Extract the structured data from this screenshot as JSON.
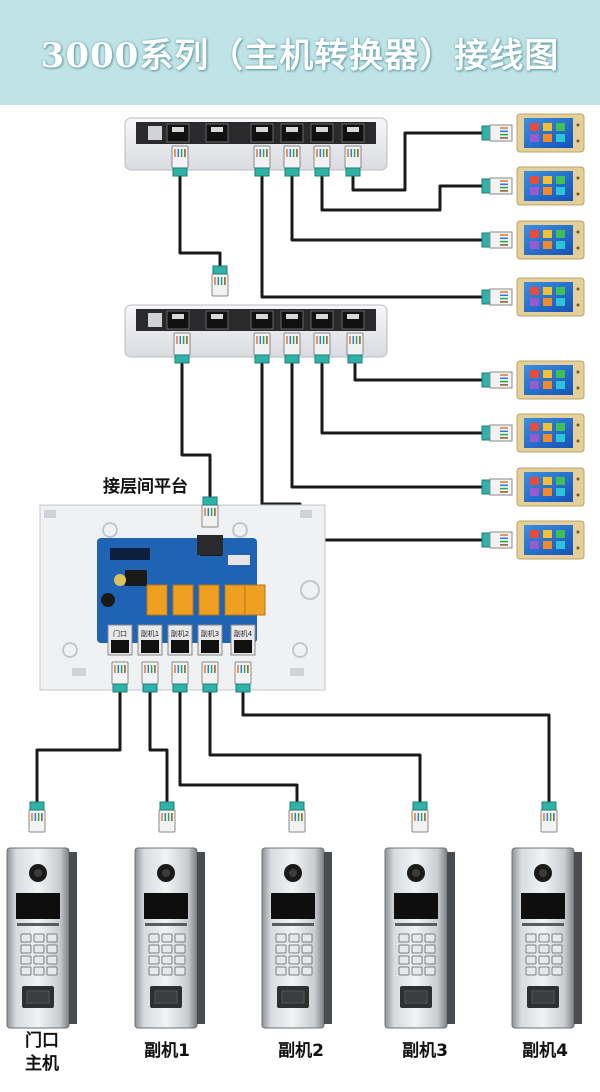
{
  "title": "3000系列（主机转换器）接线图",
  "floor_platform_label": "接层间平台",
  "board_port_labels": [
    "门口",
    "副机1",
    "副机2",
    "副机3",
    "副机4"
  ],
  "door_stations": [
    {
      "label_line1": "门口",
      "label_line2": "主机",
      "label_text": "门口主机"
    },
    {
      "label_line1": "副机1",
      "label_line2": "",
      "label_text": "副机1"
    },
    {
      "label_line1": "副机2",
      "label_line2": "",
      "label_text": "副机2"
    },
    {
      "label_line1": "副机3",
      "label_line2": "",
      "label_text": "副机3"
    },
    {
      "label_line1": "副机4",
      "label_line2": "",
      "label_text": "副机4"
    }
  ],
  "monitors_per_switch": 4,
  "switch_count": 2,
  "colors": {
    "title_bg": "#bfe3e6",
    "cable": "#1a1a1a",
    "connector_boot": "#2fb3a8",
    "pcb": "#1f63b5",
    "relay": "#f0a020",
    "monitor_frame": "#e3cf97"
  }
}
